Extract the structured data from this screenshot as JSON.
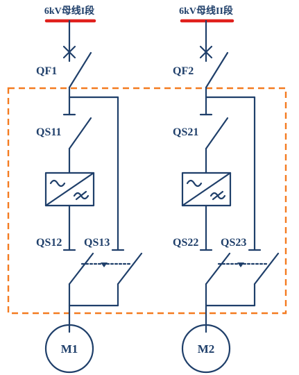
{
  "colors": {
    "wire": "#1f3f6a",
    "busbar": "#e0201c",
    "boundary": "#f47b20"
  },
  "feeders": [
    {
      "bus_label": "6kV母线I段",
      "breaker": "QF1",
      "switch_upper": "QS11",
      "switch_lower": "QS12",
      "bypass_switch": "QS13",
      "motor": "M1",
      "converter_icon": "vfd-converter-icon"
    },
    {
      "bus_label": "6kV母线II段",
      "breaker": "QF2",
      "switch_upper": "QS21",
      "switch_lower": "QS22",
      "bypass_switch": "QS23",
      "motor": "M2",
      "converter_icon": "vfd-converter-icon"
    }
  ]
}
